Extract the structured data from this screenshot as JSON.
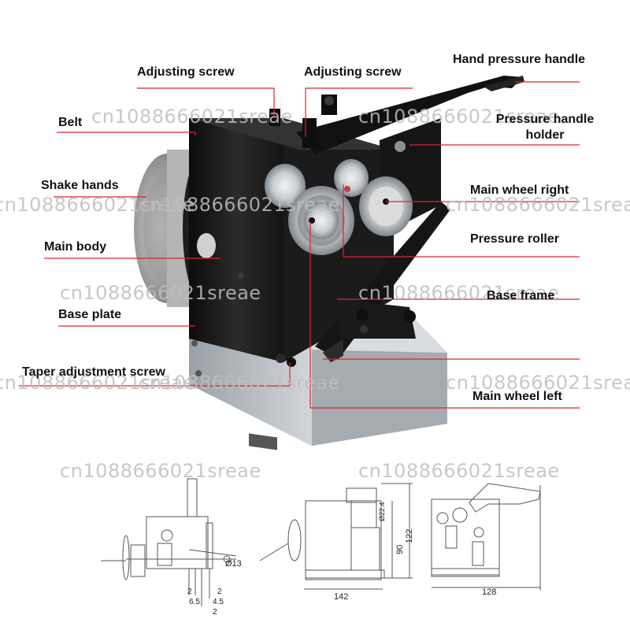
{
  "labels": {
    "adjusting_screw_left": "Adjusting screw",
    "adjusting_screw_right": "Adjusting screw",
    "hand_pressure_handle": "Hand pressure handle",
    "belt": "Belt",
    "pressure_handle_holder_line1": "Pressure handle",
    "pressure_handle_holder_line2": "holder",
    "shake_hands": "Shake hands",
    "main_wheel_right": "Main wheel right",
    "pressure_roller": "Pressure roller",
    "main_body": "Main body",
    "base_frame": "Base frame",
    "base_plate": "Base plate",
    "taper_adjustment_screw": "Taper adjustment screw",
    "main_wheel_left": "Main wheel left"
  },
  "watermark": "cn1088666021sreae",
  "dimensions": {
    "shaft_dia": "Ø13",
    "d_2a": "2",
    "d_2b": "2",
    "d_6_5": "6.5",
    "d_4_5": "4.5",
    "d_2c": "2",
    "width_142": "142",
    "height_90": "90",
    "height_122": "122",
    "roller_dia": "Ø22.4",
    "width_128": "128"
  },
  "colors": {
    "leader_line": "#d9262c",
    "body_black": "#1a1a1a",
    "steel": "#b9bec3",
    "label_text": "#111111",
    "watermark": "#bebebe"
  }
}
